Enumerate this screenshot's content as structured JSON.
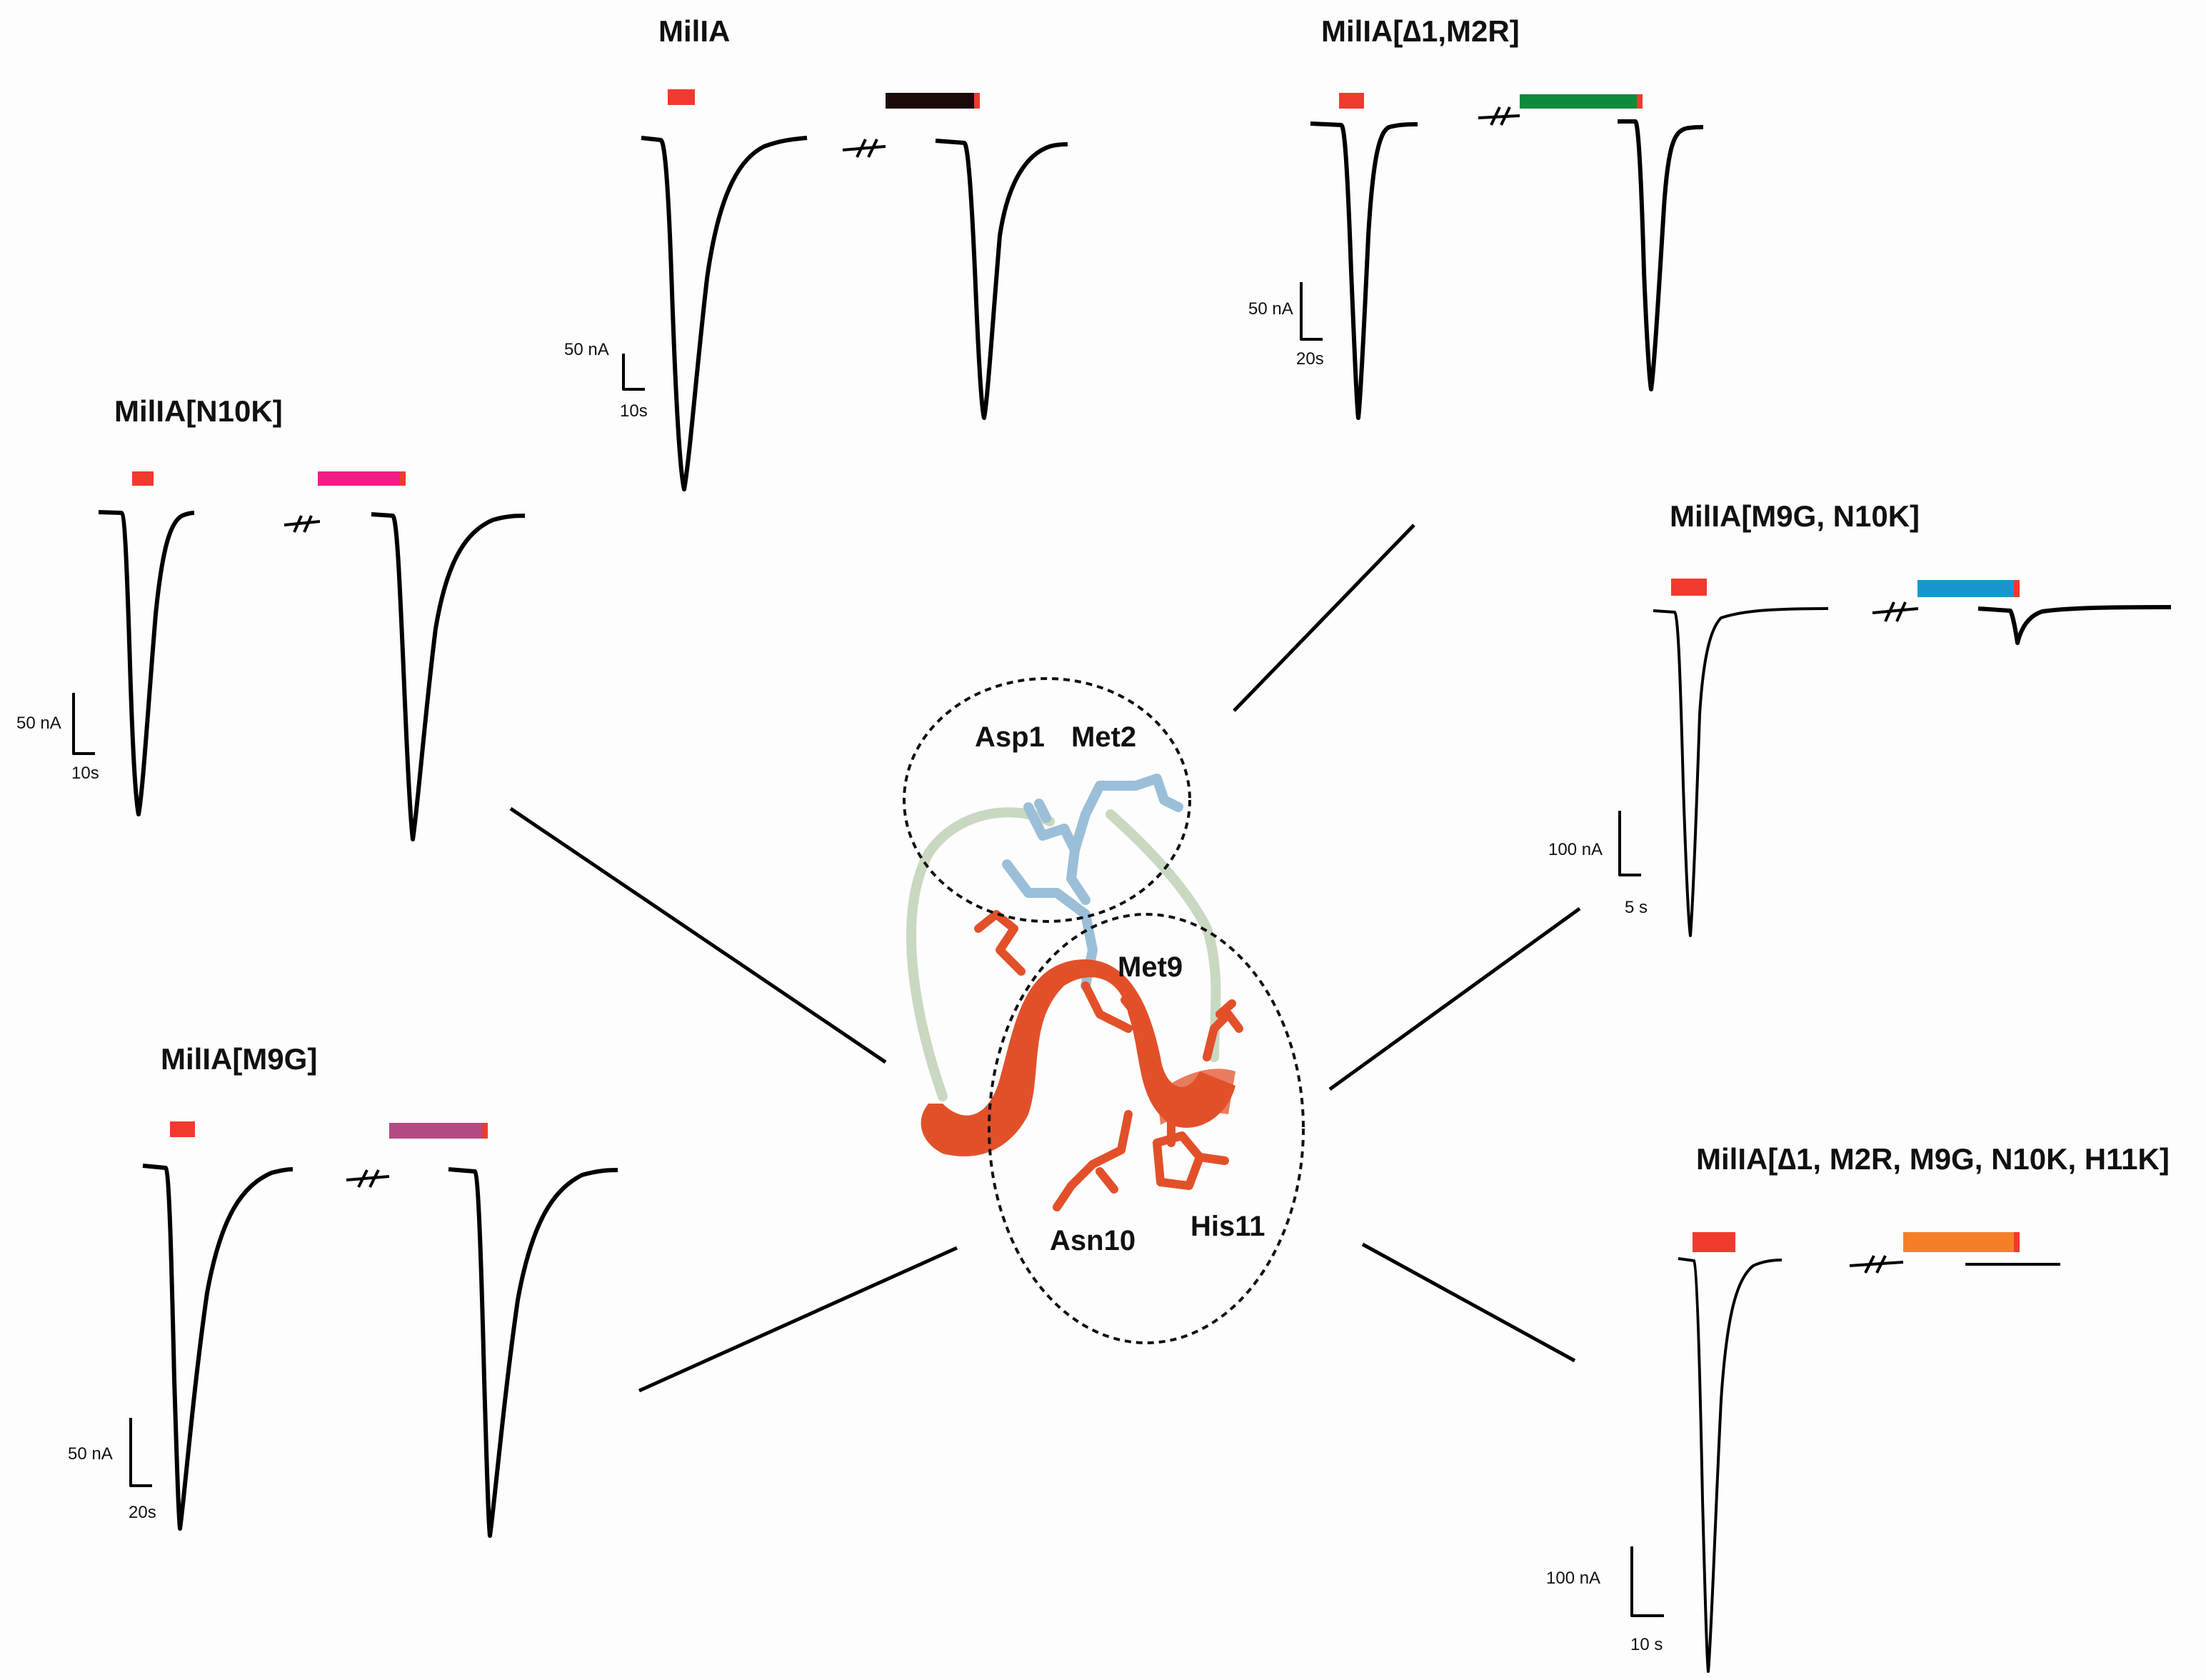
{
  "panels": [
    {
      "id": "milla",
      "title": "MilIA",
      "scale_current": "50 nA",
      "scale_time": "10s",
      "bar_color": "#1a0a0a"
    },
    {
      "id": "d1m2r",
      "title": "MilIA[∆1,M2R]",
      "scale_current": "50 nA",
      "scale_time": "20s",
      "bar_color": "#0f8a3c"
    },
    {
      "id": "n10k",
      "title": "MilIA[N10K]",
      "scale_current": "50 nA",
      "scale_time": "10s",
      "bar_color": "#f21d86"
    },
    {
      "id": "m9g_n10k",
      "title": "MilIA[M9G, N10K]",
      "scale_current": "100 nA",
      "scale_time": "5 s",
      "bar_color": "#1a96cf"
    },
    {
      "id": "m9g",
      "title": "MilIA[M9G]",
      "scale_current": "50 nA",
      "scale_time": "20s",
      "bar_color": "#b34a84"
    },
    {
      "id": "multi",
      "title": "MilIA[∆1, M2R, M9G, N10K, H11K]",
      "scale_current": "100 nA",
      "scale_time": "10 s",
      "bar_color": "#f57f28"
    }
  ],
  "control_bar_color": "#f03a2e",
  "structure": {
    "n_terminal_color": "#9bbfd8",
    "c_terminal_color": "#e2502a",
    "loop_color": "#c9d8c0",
    "residues": {
      "asp1": "Asp1",
      "met2": "Met2",
      "met9": "Met9",
      "asn10": "Asn10",
      "his11": "His11"
    }
  }
}
